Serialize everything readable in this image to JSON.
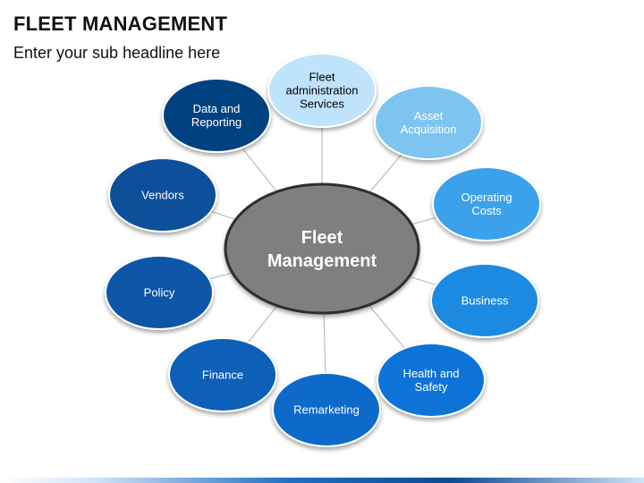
{
  "title": "FLEET MANAGEMENT",
  "subtitle": "Enter your sub headline here",
  "center": {
    "lines": [
      "Fleet",
      "Management"
    ],
    "color": "#7f7f7f",
    "stroke": "#2f2f2f"
  },
  "nodes": [
    {
      "id": "fleet-admin",
      "lines": [
        "Fleet",
        "administration",
        "Services"
      ],
      "color": "#bfe3fb",
      "text_dark": true
    },
    {
      "id": "asset-acquisition",
      "lines": [
        "Asset",
        "Acquisition"
      ],
      "color": "#7ec4f1",
      "text_dark": false
    },
    {
      "id": "operating-costs",
      "lines": [
        "Operating",
        "Costs"
      ],
      "color": "#3aa1ea",
      "text_dark": false
    },
    {
      "id": "business",
      "lines": [
        "Business"
      ],
      "color": "#1b8ae0",
      "text_dark": false
    },
    {
      "id": "health-safety",
      "lines": [
        "Health and",
        "Safety"
      ],
      "color": "#0a73d6",
      "text_dark": false
    },
    {
      "id": "remarketing",
      "lines": [
        "Remarketing"
      ],
      "color": "#0d6acb",
      "text_dark": false
    },
    {
      "id": "finance",
      "lines": [
        "Finance"
      ],
      "color": "#0b5fb8",
      "text_dark": false
    },
    {
      "id": "policy",
      "lines": [
        "Policy"
      ],
      "color": "#0a56a8",
      "text_dark": false
    },
    {
      "id": "vendors",
      "lines": [
        "Vendors"
      ],
      "color": "#084f9b",
      "text_dark": false
    },
    {
      "id": "data-reporting",
      "lines": [
        "Data and",
        "Reporting"
      ],
      "color": "#05427f",
      "text_dark": false
    }
  ]
}
